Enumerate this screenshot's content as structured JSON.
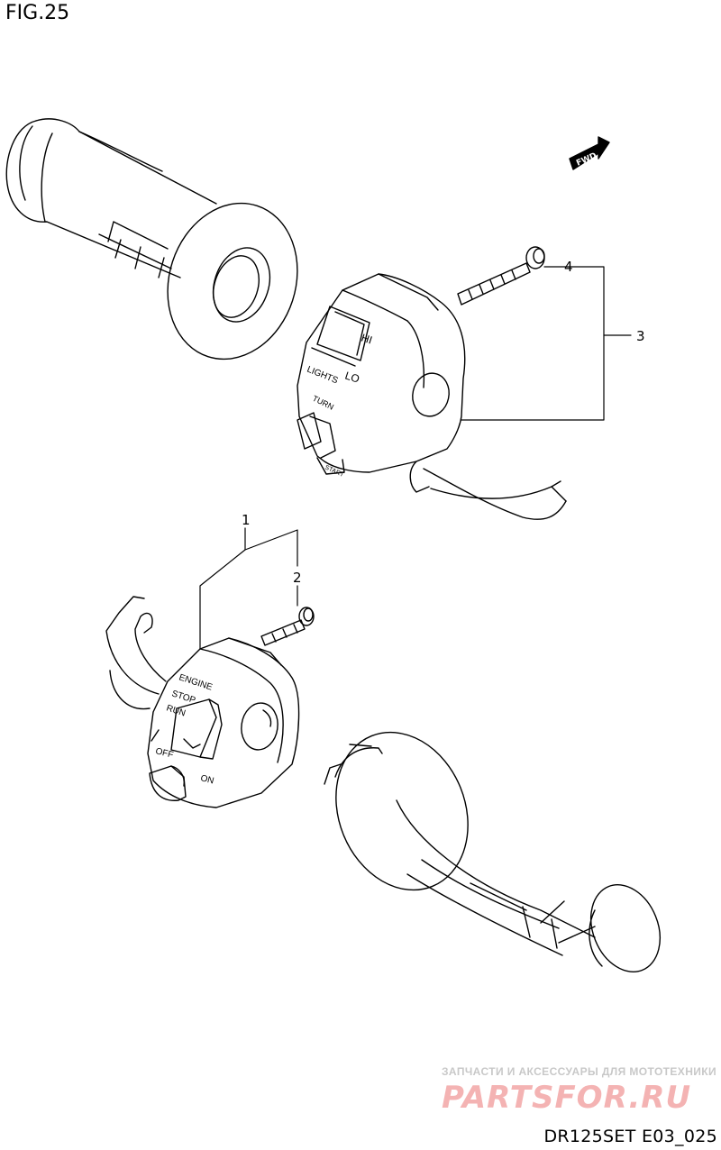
{
  "figure": {
    "title": "FIG.25",
    "code": "DR125SET E03_025"
  },
  "fwd_badge": "FWD",
  "callouts": [
    {
      "id": "1",
      "label": "1"
    },
    {
      "id": "2",
      "label": "2"
    },
    {
      "id": "3",
      "label": "3"
    },
    {
      "id": "4",
      "label": "4"
    }
  ],
  "switch_right": {
    "hi": "HI",
    "lo": "LO",
    "lights": "LIGHTS",
    "turn": "TURN",
    "start": "START"
  },
  "switch_left": {
    "engine": "ENGINE",
    "stop": "STOP",
    "run": "RUN",
    "off": "OFF",
    "on": "ON"
  },
  "watermark": {
    "tagline": "ЗАПЧАСТИ И АКСЕССУАРЫ ДЛЯ МОТОТЕХНИКИ",
    "logo": "PARTSFOR.RU"
  }
}
